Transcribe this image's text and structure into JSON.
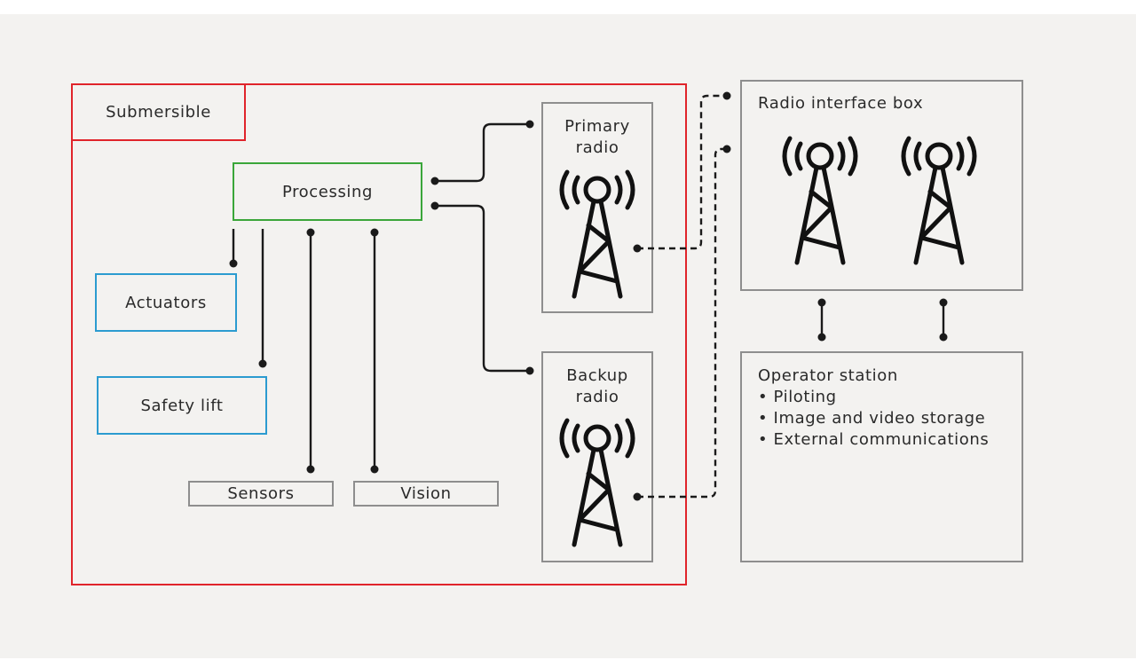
{
  "submersible": {
    "label": "Submersible"
  },
  "processing": {
    "label": "Processing"
  },
  "actuators": {
    "label": "Actuators"
  },
  "safety_lift": {
    "label": "Safety lift"
  },
  "sensors": {
    "label": "Sensors"
  },
  "vision": {
    "label": "Vision"
  },
  "primary_radio": {
    "line1": "Primary",
    "line2": "radio"
  },
  "backup_radio": {
    "line1": "Backup",
    "line2": "radio"
  },
  "radio_interface_box": {
    "label": "Radio interface box"
  },
  "operator_station": {
    "title": "Operator station",
    "items": [
      "Piloting",
      "Image and video storage",
      "External communications"
    ]
  },
  "colors": {
    "submersible": "#e0242b",
    "processing": "#3aa63a",
    "actuators": "#2b9bd0",
    "neutral_box": "#8e8e8e",
    "wire": "#1a1a1a",
    "icon": "#111111"
  },
  "icons": [
    "radio-tower-icon"
  ]
}
